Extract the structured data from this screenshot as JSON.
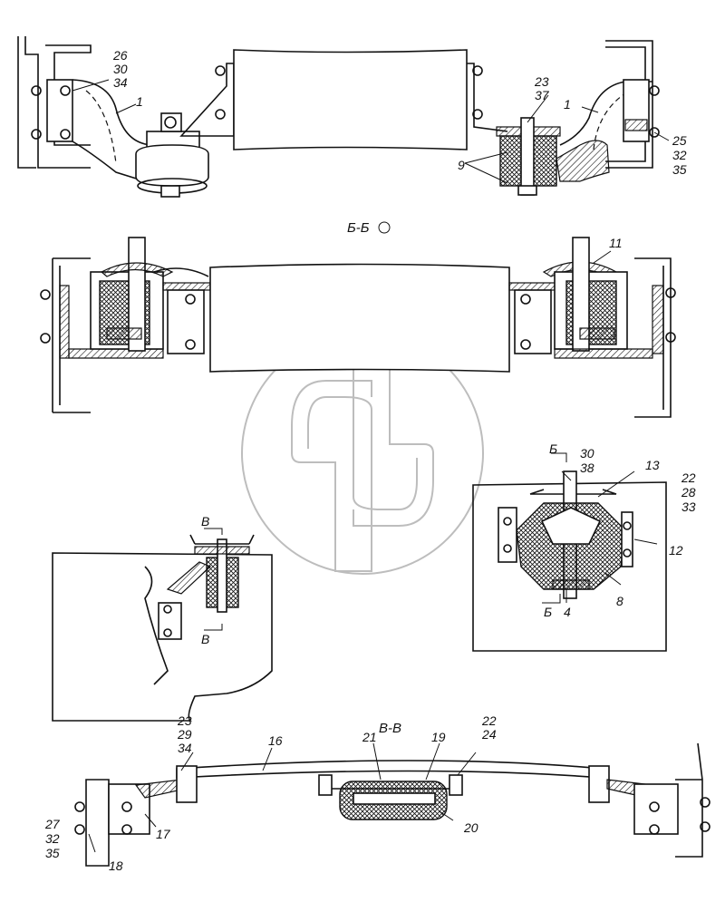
{
  "sections": {
    "bb": "Б-Б",
    "vv": "В-В",
    "cut_b_label": "Б",
    "cut_v_label": "В"
  },
  "callouts": {
    "top_left_group": [
      "26",
      "30",
      "34"
    ],
    "top_left_1": "1",
    "top_mid_group": [
      "23",
      "37"
    ],
    "top_mid_9": "9",
    "top_right_1": "1",
    "top_right_group": [
      "25",
      "32",
      "35"
    ],
    "bb_11": "11",
    "detail_group_a": [
      "30",
      "38"
    ],
    "detail_13": "13",
    "detail_group_b": [
      "22",
      "28",
      "33"
    ],
    "detail_12": "12",
    "detail_8": "8",
    "detail_4": "4",
    "bottom_left_group": [
      "23",
      "29",
      "34"
    ],
    "bottom_16": "16",
    "bottom_21": "21",
    "bottom_19": "19",
    "bottom_right_group": [
      "22",
      "24"
    ],
    "bottom_left_side_group": [
      "27",
      "32",
      "35"
    ],
    "bottom_17": "17",
    "bottom_18": "18",
    "bottom_20": "20"
  }
}
